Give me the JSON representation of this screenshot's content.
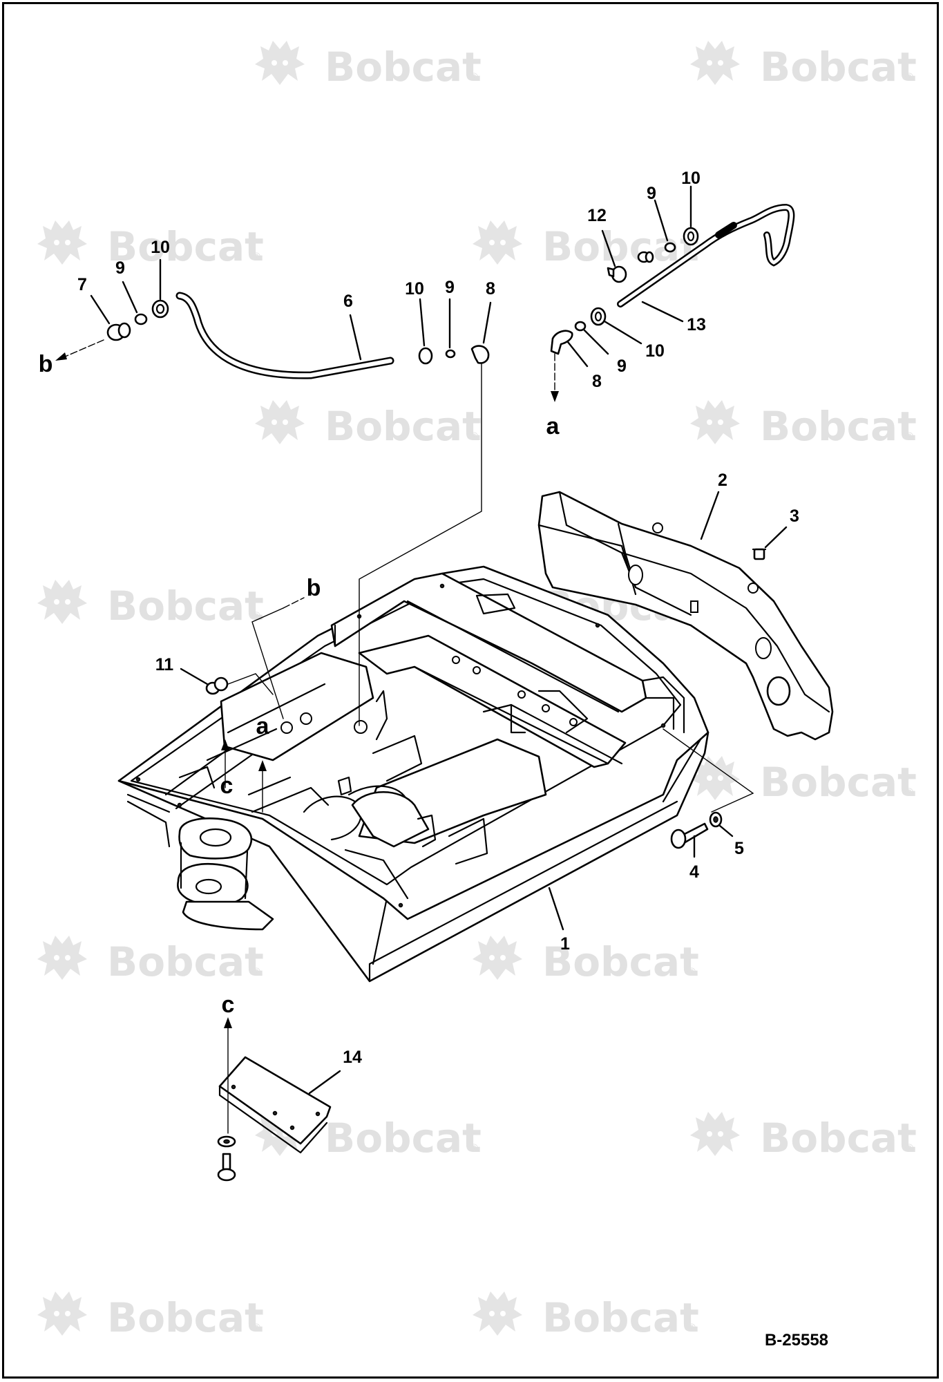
{
  "document_id": "B-25558",
  "watermark": {
    "brand": "Bobcat",
    "mark": "®"
  },
  "callouts": [
    {
      "id": "c1",
      "label": "1"
    },
    {
      "id": "c2",
      "label": "2"
    },
    {
      "id": "c3",
      "label": "3"
    },
    {
      "id": "c4",
      "label": "4"
    },
    {
      "id": "c5",
      "label": "5"
    },
    {
      "id": "c6",
      "label": "6"
    },
    {
      "id": "c7",
      "label": "7"
    },
    {
      "id": "c8a",
      "label": "8"
    },
    {
      "id": "c8b",
      "label": "8"
    },
    {
      "id": "c9a",
      "label": "9"
    },
    {
      "id": "c9b",
      "label": "9"
    },
    {
      "id": "c9c",
      "label": "9"
    },
    {
      "id": "c9d",
      "label": "9"
    },
    {
      "id": "c10a",
      "label": "10"
    },
    {
      "id": "c10b",
      "label": "10"
    },
    {
      "id": "c10c",
      "label": "10"
    },
    {
      "id": "c10d",
      "label": "10"
    },
    {
      "id": "c11",
      "label": "11"
    },
    {
      "id": "c12",
      "label": "12"
    },
    {
      "id": "c13",
      "label": "13"
    },
    {
      "id": "c14",
      "label": "14"
    }
  ],
  "connection_letters": [
    {
      "id": "la1",
      "label": "a"
    },
    {
      "id": "la2",
      "label": "a"
    },
    {
      "id": "lb1",
      "label": "b"
    },
    {
      "id": "lb2",
      "label": "b"
    },
    {
      "id": "lc1",
      "label": "c"
    },
    {
      "id": "lc2",
      "label": "c"
    }
  ],
  "icons": [
    "bobcat-logo-icon",
    "hose-icon",
    "fitting-icon",
    "bolt-icon",
    "washer-icon",
    "plug-icon",
    "frame-icon",
    "counterweight-icon",
    "cover-plate-icon"
  ]
}
